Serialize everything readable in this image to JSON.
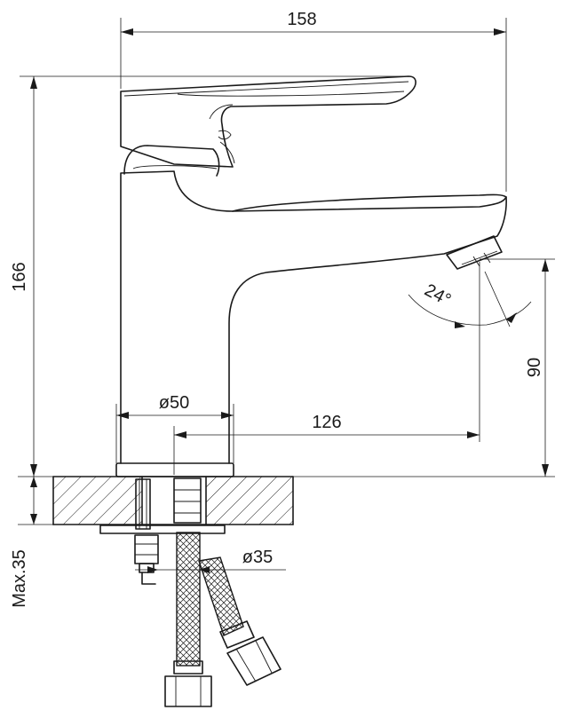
{
  "dimensions": {
    "width_total": "158",
    "height_total": "166",
    "spout_height": "90",
    "spout_reach": "126",
    "base_diameter": "ø50",
    "mount_diameter": "ø35",
    "max_thickness": "Max.35",
    "aerator_angle": "24°"
  }
}
